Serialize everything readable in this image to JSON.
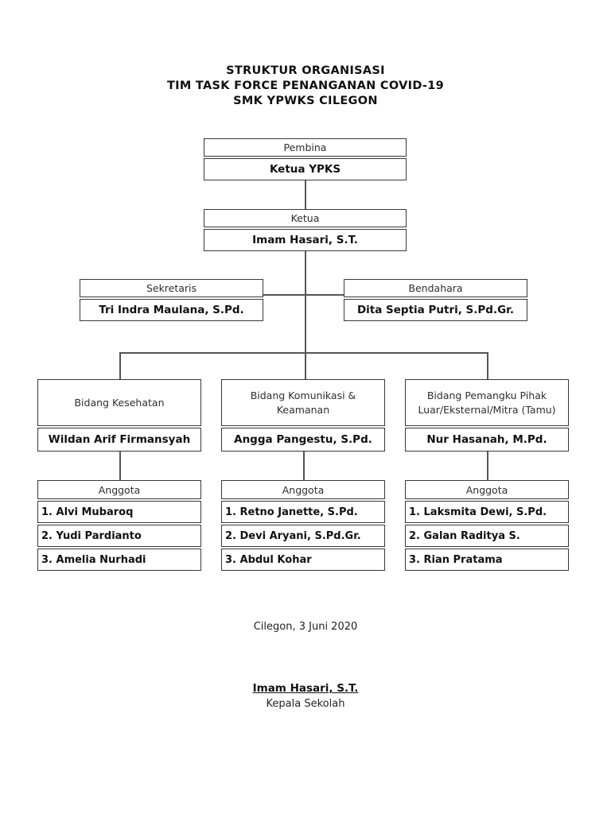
{
  "title": {
    "line1": "STRUKTUR ORGANISASI",
    "line2": "TIM TASK FORCE PENANGANAN COVID-19",
    "line3": "SMK YPWKS CILEGON"
  },
  "nodes": {
    "pembina": {
      "role": "Pembina",
      "name": "Ketua YPKS"
    },
    "ketua": {
      "role": "Ketua",
      "name": "Imam Hasari, S.T."
    },
    "sekretaris": {
      "role": "Sekretaris",
      "name": "Tri Indra Maulana, S.Pd."
    },
    "bendahara": {
      "role": "Bendahara",
      "name": "Dita Septia Putri, S.Pd.Gr."
    }
  },
  "divisions": [
    {
      "title": "Bidang Kesehatan",
      "head": "Wildan Arif Firmansyah",
      "members_label": "Anggota",
      "members": [
        "1. Alvi Mubaroq",
        "2. Yudi Pardianto",
        "3. Amelia Nurhadi"
      ]
    },
    {
      "title": "Bidang Komunikasi & Keamanan",
      "head": "Angga Pangestu, S.Pd.",
      "members_label": "Anggota",
      "members": [
        "1. Retno Janette, S.Pd.",
        "2. Devi Aryani, S.Pd.Gr.",
        "3. Abdul Kohar"
      ]
    },
    {
      "title": "Bidang Pemangku Pihak Luar/Eksternal/Mitra (Tamu)",
      "head": "Nur Hasanah, M.Pd.",
      "members_label": "Anggota",
      "members": [
        "1. Laksmita Dewi, S.Pd.",
        "2. Galan Raditya S.",
        "3. Rian Pratama"
      ]
    }
  ],
  "footer": {
    "place_date": "Cilegon, 3 Juni 2020",
    "signatory_name": "Imam Hasari, S.T.",
    "signatory_title": "Kepala Sekolah"
  },
  "colors": {
    "background": "#ffffff",
    "border": "#383838",
    "connector": "#555555",
    "text": "#1a1a1a"
  }
}
